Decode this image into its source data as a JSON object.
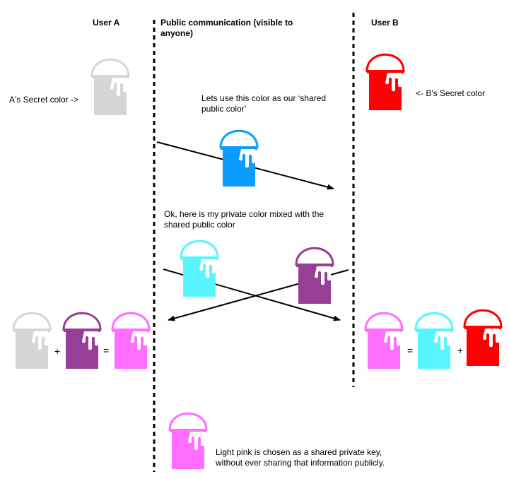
{
  "headers": {
    "user_a": "User A",
    "public": "Public communication (visible to anyone)",
    "user_b": "User B"
  },
  "labels": {
    "a_secret": "A's Secret color ->",
    "b_secret": "<- B's Secret color",
    "shared_public": "Lets use this color as our ‘shared public color’",
    "private_mixed": "Ok, here is my private color mixed with the shared public color",
    "conclusion": "Light pink is chosen as a shared private key, without ever sharing that information publicly."
  },
  "operators": {
    "a_plus": "+",
    "a_equals": "=",
    "b_equals": "=",
    "b_plus": "+"
  },
  "colors": {
    "grey": "#d6d6d6",
    "red": "#ff0000",
    "blue": "#0a9dff",
    "cyan": "#57f5ff",
    "purple": "#973f97",
    "pink": "#ff6eff",
    "line": "#000000"
  },
  "buckets": [
    {
      "name": "a-secret-bucket",
      "color": "grey"
    },
    {
      "name": "b-secret-bucket",
      "color": "red"
    },
    {
      "name": "shared-public-bucket",
      "color": "blue"
    },
    {
      "name": "a-mixed-bucket",
      "color": "cyan"
    },
    {
      "name": "b-mixed-bucket",
      "color": "purple"
    },
    {
      "name": "a-eq-grey-bucket",
      "color": "grey"
    },
    {
      "name": "a-eq-purple-bucket",
      "color": "purple"
    },
    {
      "name": "a-eq-pink-bucket",
      "color": "pink"
    },
    {
      "name": "b-eq-pink-bucket",
      "color": "pink"
    },
    {
      "name": "b-eq-cyan-bucket",
      "color": "cyan"
    },
    {
      "name": "b-eq-red-bucket",
      "color": "red"
    },
    {
      "name": "shared-key-bucket",
      "color": "pink"
    }
  ]
}
